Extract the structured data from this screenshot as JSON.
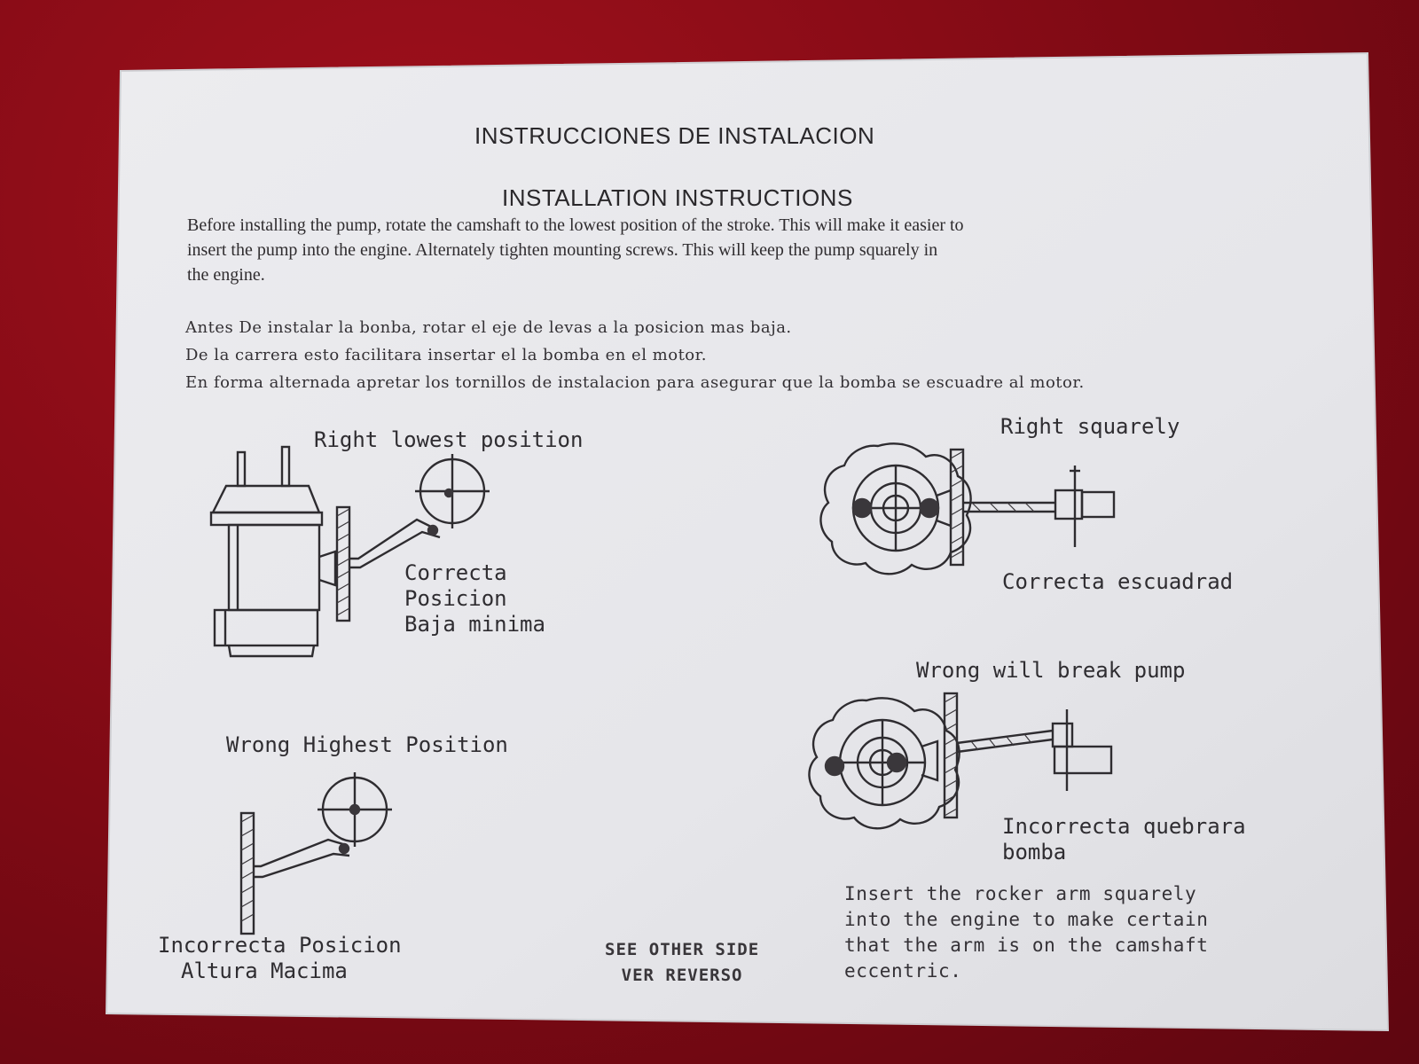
{
  "colors": {
    "background": "#7e0a14",
    "paper": "#e9e9ec",
    "ink": "#2e2c30"
  },
  "titles": {
    "spanish": "INSTRUCCIONES DE INSTALACION",
    "english": "INSTALLATION INSTRUCTIONS"
  },
  "english_paragraph": [
    "Before installing the pump, rotate the camshaft to the lowest position of the stroke. This will make it easier to",
    "insert the pump into the engine. Alternately tighten mounting screws. This will keep the pump squarely in",
    "the engine."
  ],
  "spanish_paragraph": [
    "Antes De instalar la bonba, rotar el eje de levas a la posicion mas baja.",
    "De la carrera esto facilitara insertar el la bomba en el motor.",
    "En forma alternada apretar los tornillos de instalacion para asegurar que la bomba se escuadre al motor."
  ],
  "diagrams": {
    "right_lowest": {
      "title": "Right lowest position",
      "caption": [
        "Correcta",
        "Posicion",
        "Baja minima"
      ],
      "icon": "pump-side-view-icon"
    },
    "right_squarely": {
      "title": "Right squarely",
      "caption": [
        "Correcta escuadrad"
      ],
      "icon": "pump-top-view-icon"
    },
    "wrong_highest": {
      "title": "Wrong Highest Position",
      "caption": [
        "Incorrecta Posicion",
        "Altura Macima"
      ],
      "icon": "rocker-arm-high-icon"
    },
    "wrong_break": {
      "title": "Wrong will break pump",
      "caption": [
        "Incorrecta quebrara",
        "bomba"
      ],
      "icon": "pump-top-view-wrong-icon"
    }
  },
  "see_other_side": [
    "SEE OTHER SIDE",
    "VER REVERSO"
  ],
  "insert_note": [
    "Insert the rocker arm squarely",
    "into the engine to make certain",
    "that the arm is on the camshaft",
    "eccentric."
  ]
}
